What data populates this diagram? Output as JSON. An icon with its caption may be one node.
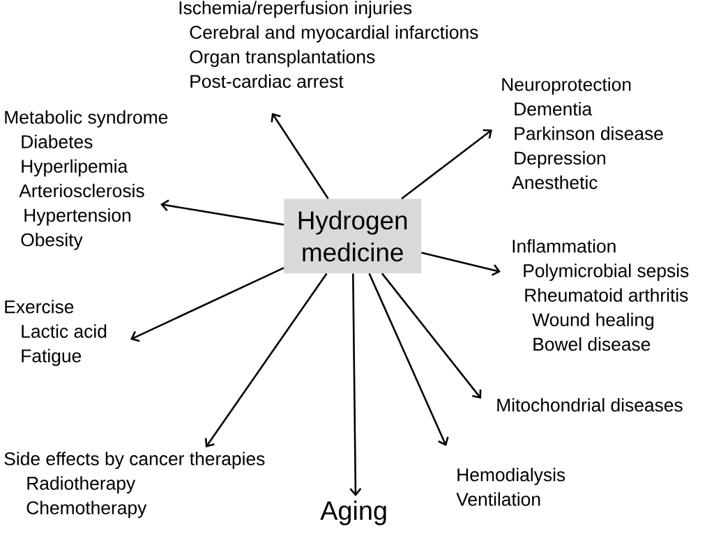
{
  "diagram": {
    "nodes": [
      {
        "text": [
          "Hydrogen medicine"
        ]
      },
      {
        "text": [
          "Ischemia/reperfusion injuries",
          "Cerebral and myocardial infarctions",
          "Organ transplantations",
          "Post-cardiac arrest"
        ]
      },
      {
        "text": [
          "Neuroprotection",
          "Dementia",
          "Parkinson disease",
          "Depression",
          "Anesthetic"
        ]
      },
      {
        "text": [
          "Metabolic syndrome",
          "Diabetes",
          "Hyperlipemia",
          "Arteriosclerosis",
          "Hypertension",
          "Obesity"
        ]
      },
      {
        "text": [
          "Inflammation",
          "Polymicrobial sepsis",
          "Rheumatoid arthritis",
          "Wound healing",
          "Bowel disease"
        ]
      },
      {
        "text": [
          "Exercise",
          "Lactic acid",
          "Fatigue"
        ]
      },
      {
        "text": [
          "Mitochondrial diseases"
        ]
      },
      {
        "text": [
          "Side effects by cancer therapies",
          "Radiotherapy",
          "Chemotherapy"
        ]
      },
      {
        "text": [
          "Aging"
        ]
      },
      {
        "text": [
          "Hemodialysis",
          "Ventilation"
        ]
      }
    ],
    "edges": [
      {
        "from": 0,
        "to": 1,
        "arrow": "to"
      },
      {
        "from": 0,
        "to": 2,
        "arrow": "to"
      },
      {
        "from": 0,
        "to": 3,
        "arrow": "to"
      },
      {
        "from": 0,
        "to": 4,
        "arrow": "to"
      },
      {
        "from": 0,
        "to": 5,
        "arrow": "to"
      },
      {
        "from": 0,
        "to": 6,
        "arrow": "to"
      },
      {
        "from": 0,
        "to": 7,
        "arrow": "to"
      },
      {
        "from": 0,
        "to": 8,
        "arrow": "to"
      },
      {
        "from": 0,
        "to": 9,
        "arrow": "to"
      }
    ]
  }
}
